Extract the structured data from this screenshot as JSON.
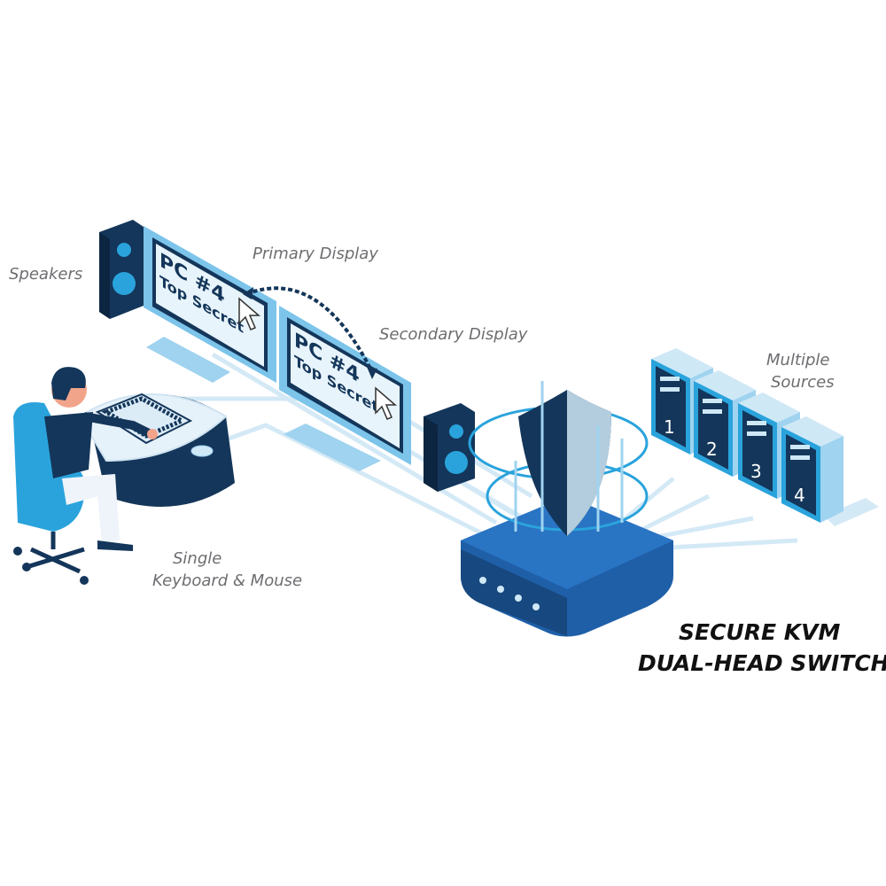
{
  "labels": {
    "speakers": "Speakers",
    "primary_display": "Primary Display",
    "secondary_display": "Secondary Display",
    "multiple_sources_line1": "Multiple",
    "multiple_sources_line2": "Sources",
    "keyboard_mouse_line1": "Single",
    "keyboard_mouse_line2": "Keyboard & Mouse"
  },
  "title": {
    "line1": "SECURE KVM",
    "line2": "DUAL-HEAD SWITCH"
  },
  "primary_screen": {
    "pc": "PC #4",
    "classification": "Top Secret"
  },
  "secondary_screen": {
    "pc": "PC #4",
    "classification": "Top Secret"
  },
  "sources": [
    "1",
    "2",
    "3",
    "4"
  ],
  "colors": {
    "dark_navy": "#14365a",
    "accent_blue": "#2aa3dc",
    "light_blue": "#cfe8f6",
    "switch_blue": "#1f5fa8",
    "label_gray": "#6d6e71"
  }
}
